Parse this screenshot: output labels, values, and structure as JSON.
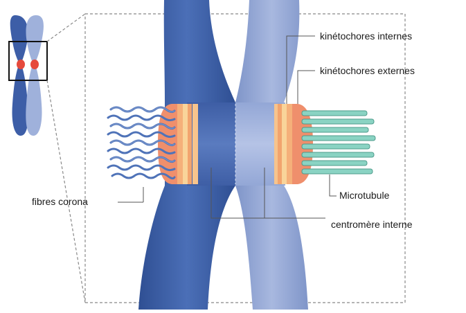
{
  "labels": {
    "inner_kinetochore": "kinétochores internes",
    "outer_kinetochore": "kinétochores externes",
    "fibrous_corona": "fibres corona",
    "microtubule": "Microtubule",
    "inner_centromere": "centromère interne"
  },
  "colors": {
    "chromatid_dark": "#3f62a8",
    "chromatid_light": "#8fa3d3",
    "kinetochore_outer": "#ef8f6c",
    "kinetochore_inner": "#f7c48d",
    "corona_fibers": "#4f73b8",
    "microtubule": "#8ad3c3",
    "centromere_dot": "#e64a3c",
    "guide_line": "#555555",
    "zoom_border": "#888888"
  }
}
